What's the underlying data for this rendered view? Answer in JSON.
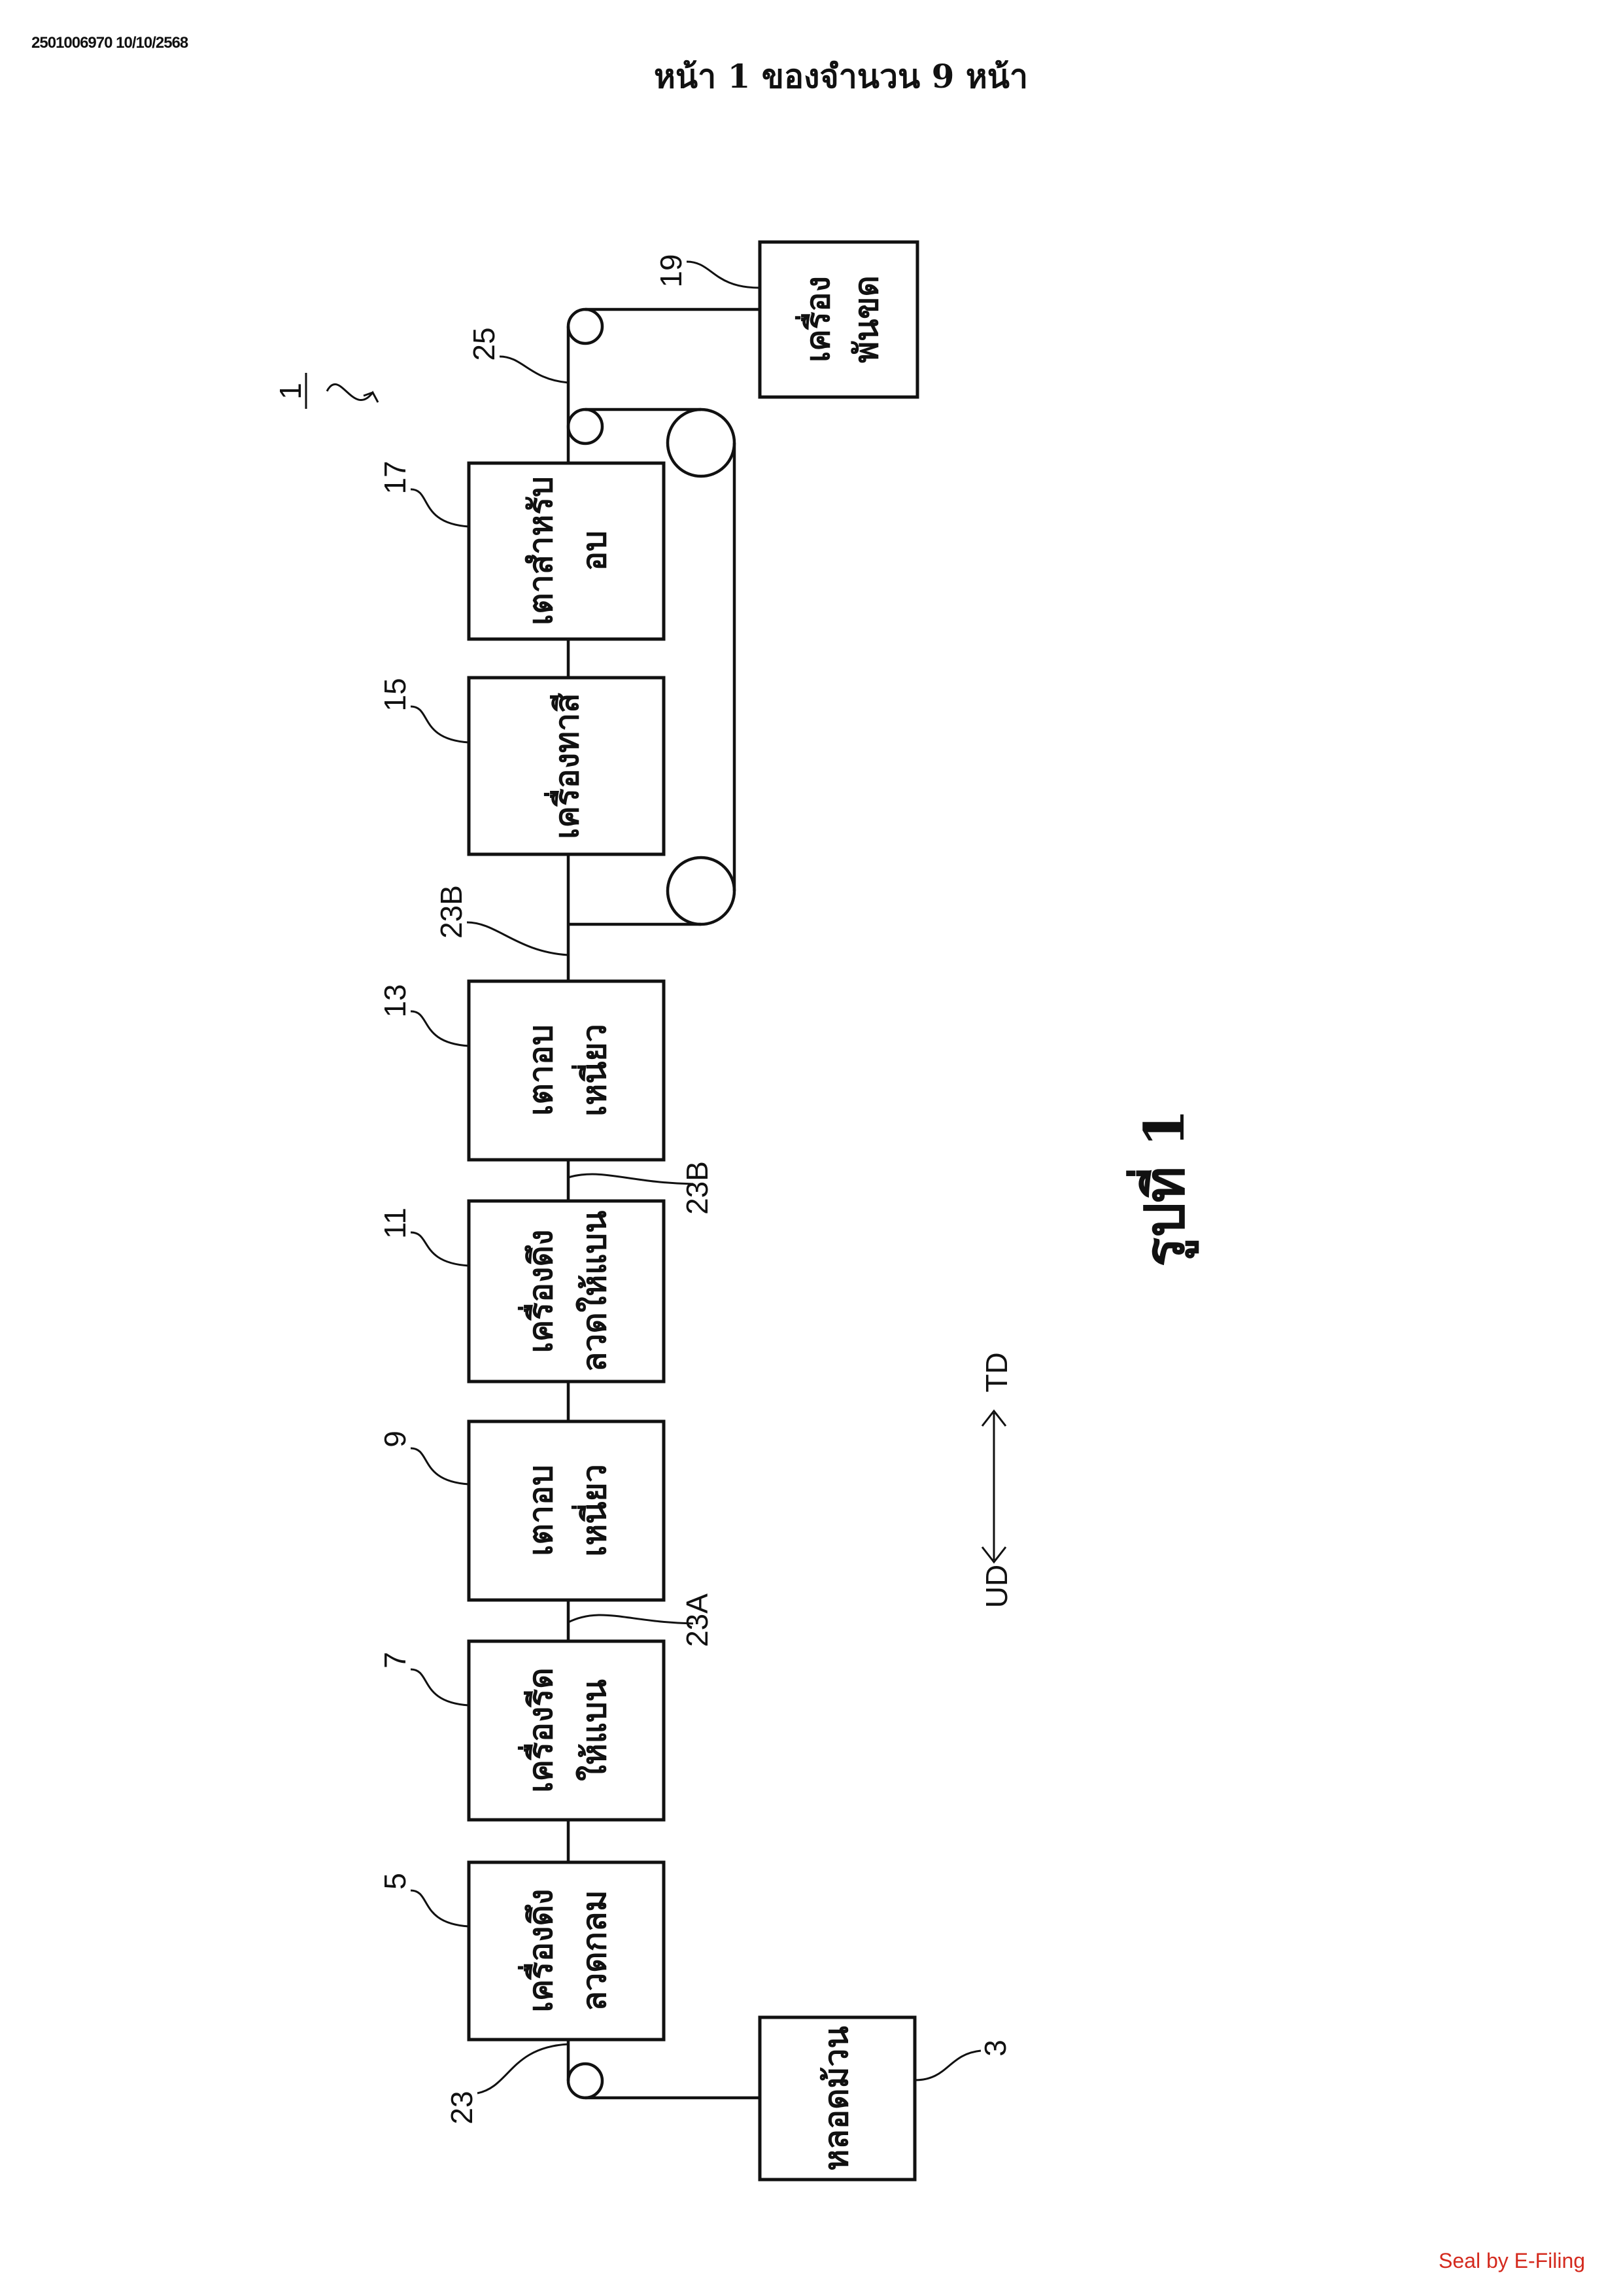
{
  "header": {
    "doc_id": "2501006970 10/10/2568",
    "page_title": "หน้า 1 ของจำนวน 9 หน้า"
  },
  "seal": "Seal by E-Filing",
  "figure": {
    "title": "รูปที่ 1",
    "system_ref": "1",
    "direction": {
      "left": "UD",
      "right": "TD"
    },
    "boxes": [
      {
        "ref": "3",
        "line1": "หลอดม้วน",
        "line2": ""
      },
      {
        "ref": "5",
        "line1": "เครื่องดึง",
        "line2": "ลวดกลม"
      },
      {
        "ref": "7",
        "line1": "เครื่องรีด",
        "line2": "ให้แบน"
      },
      {
        "ref": "9",
        "line1": "เตาอบ",
        "line2": "เหนี่ยว"
      },
      {
        "ref": "11",
        "line1": "เครื่องดึง",
        "line2": "ลวดให้แบน"
      },
      {
        "ref": "13",
        "line1": "เตาอบ",
        "line2": "เหนี่ยว"
      },
      {
        "ref": "15",
        "line1": "เครื่องทาสี",
        "line2": ""
      },
      {
        "ref": "17",
        "line1": "เตาสำหรับ",
        "line2": "อบ"
      },
      {
        "ref": "19",
        "line1": "เครื่อง",
        "line2": "พันขด"
      }
    ],
    "wire_labels": {
      "w23": "23",
      "w23A": "23A",
      "w23B_lower": "23B",
      "w23B_upper": "23B",
      "w25": "25"
    }
  }
}
